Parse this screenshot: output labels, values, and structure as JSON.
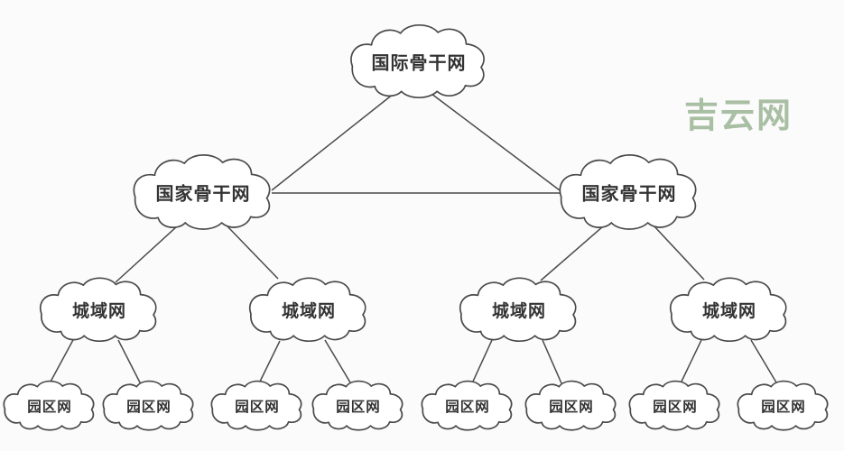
{
  "watermark": {
    "text": "吉云网"
  },
  "colors": {
    "outline": "#4a4a4a",
    "line": "#4a4a4a",
    "label": "#333333",
    "background": "#fcfbfc",
    "watermark": "#a9bfa4"
  },
  "nodes": {
    "international": {
      "label": "国际骨干网",
      "level": 1
    },
    "national_left": {
      "label": "国家骨干网",
      "level": 2
    },
    "national_right": {
      "label": "国家骨干网",
      "level": 2
    },
    "metro_1": {
      "label": "城域网",
      "level": 3
    },
    "metro_2": {
      "label": "城域网",
      "level": 3
    },
    "metro_3": {
      "label": "城域网",
      "level": 3
    },
    "metro_4": {
      "label": "城域网",
      "level": 3
    },
    "campus_1": {
      "label": "园区网",
      "level": 4
    },
    "campus_2": {
      "label": "园区网",
      "level": 4
    },
    "campus_3": {
      "label": "园区网",
      "level": 4
    },
    "campus_4": {
      "label": "园区网",
      "level": 4
    },
    "campus_5": {
      "label": "园区网",
      "level": 4
    },
    "campus_6": {
      "label": "园区网",
      "level": 4
    },
    "campus_7": {
      "label": "园区网",
      "level": 4
    },
    "campus_8": {
      "label": "园区网",
      "level": 4
    }
  },
  "edges": [
    {
      "from": "international",
      "to": "national_left"
    },
    {
      "from": "international",
      "to": "national_right"
    },
    {
      "from": "national_left",
      "to": "national_right"
    },
    {
      "from": "national_left",
      "to": "metro_1"
    },
    {
      "from": "national_left",
      "to": "metro_2"
    },
    {
      "from": "national_right",
      "to": "metro_3"
    },
    {
      "from": "national_right",
      "to": "metro_4"
    },
    {
      "from": "metro_1",
      "to": "campus_1"
    },
    {
      "from": "metro_1",
      "to": "campus_2"
    },
    {
      "from": "metro_2",
      "to": "campus_3"
    },
    {
      "from": "metro_2",
      "to": "campus_4"
    },
    {
      "from": "metro_3",
      "to": "campus_5"
    },
    {
      "from": "metro_3",
      "to": "campus_6"
    },
    {
      "from": "metro_4",
      "to": "campus_7"
    },
    {
      "from": "metro_4",
      "to": "campus_8"
    }
  ]
}
